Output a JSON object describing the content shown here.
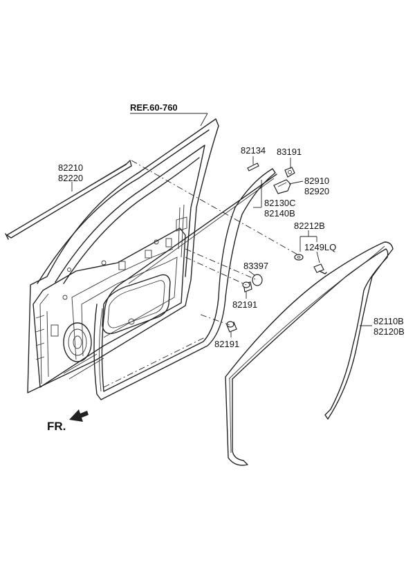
{
  "ref_label": "REF.60-760",
  "fr_label": "FR.",
  "part_numbers": {
    "belt_molding_a": "82210",
    "belt_molding_b": "82220",
    "clip_small": "82134",
    "clip_cap": "83191",
    "bracket_a": "82910",
    "bracket_b": "82920",
    "door_frame_seal_a": "82130C",
    "door_frame_seal_b": "82140B",
    "bracket_assy": "82212B",
    "bolt": "1249LQ",
    "plug": "83397",
    "grommet_upper": "82191",
    "grommet_lower": "82191",
    "weatherstrip_a": "82110B",
    "weatherstrip_b": "82120B"
  }
}
